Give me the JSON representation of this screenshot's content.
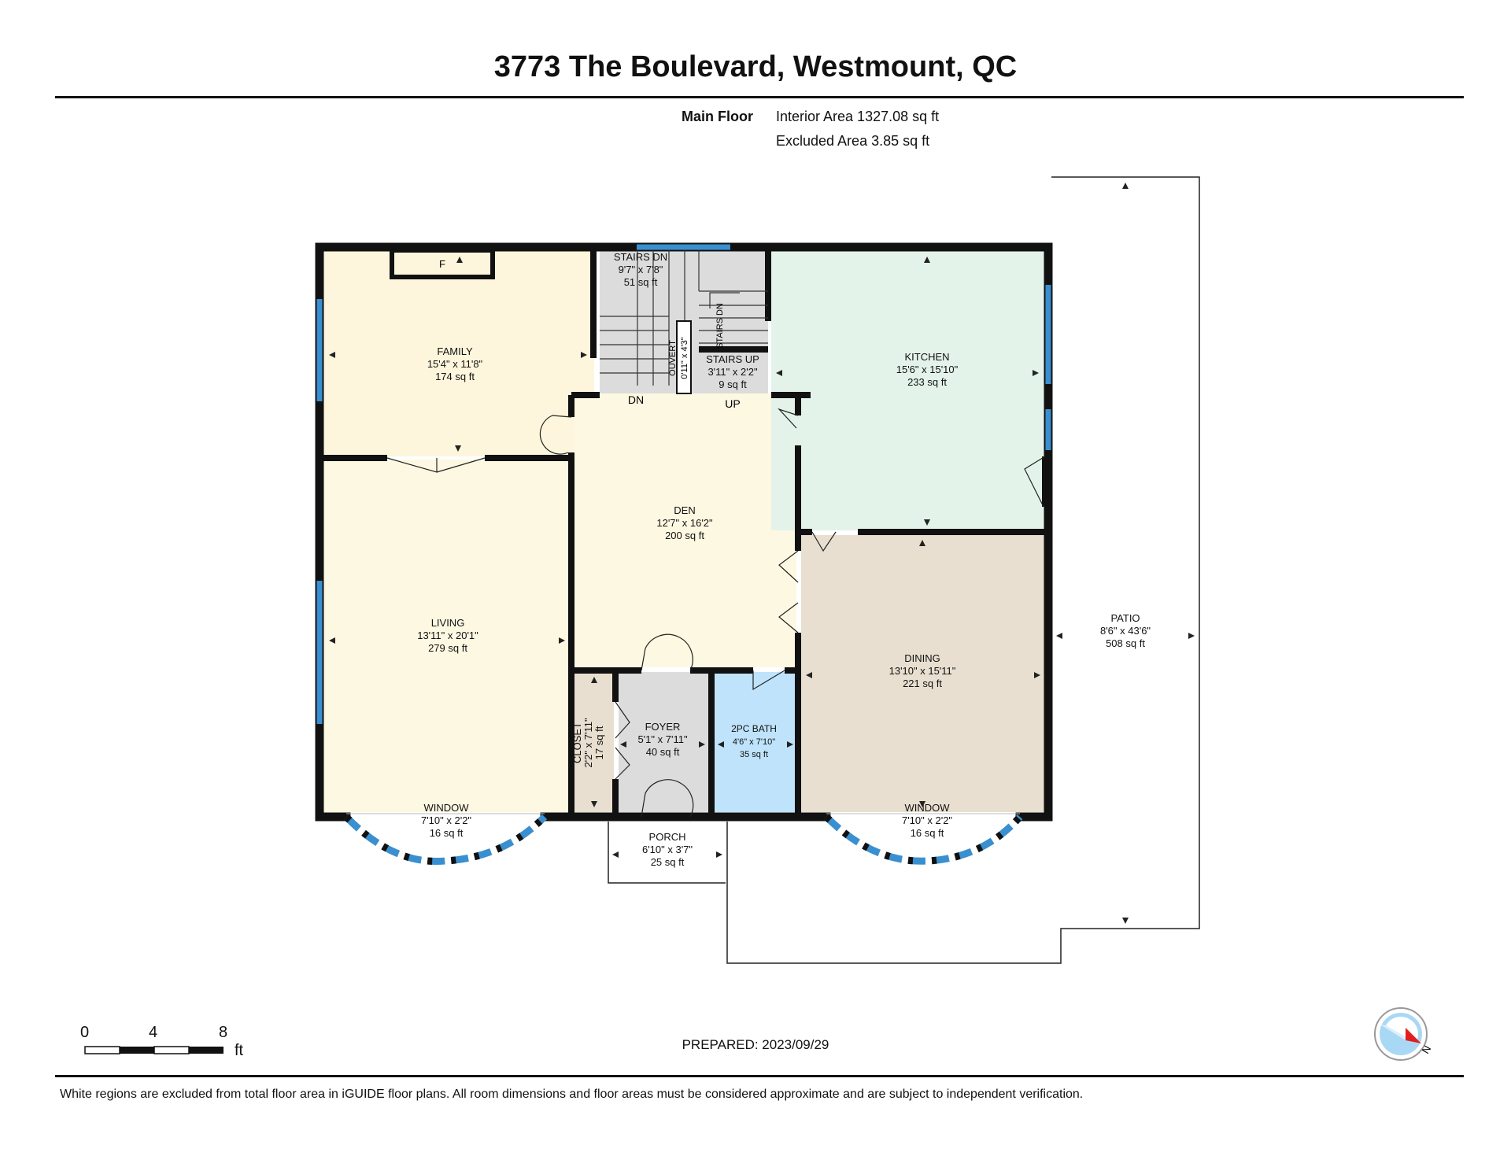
{
  "header": {
    "title": "3773 The Boulevard, Westmount, QC"
  },
  "summary": {
    "floor_label": "Main Floor",
    "interior_area": "Interior Area 1327.08 sq ft",
    "excluded_area": "Excluded Area 3.85 sq ft"
  },
  "rooms": [
    {
      "id": "family",
      "name": "FAMILY",
      "dims": "15'4\" x 11'8\"",
      "area": "174 sq ft"
    },
    {
      "id": "living",
      "name": "LIVING",
      "dims": "13'11\" x 20'1\"",
      "area": "279 sq ft"
    },
    {
      "id": "den",
      "name": "DEN",
      "dims": "12'7\" x 16'2\"",
      "area": "200 sq ft"
    },
    {
      "id": "kitchen",
      "name": "KITCHEN",
      "dims": "15'6\" x 15'10\"",
      "area": "233 sq ft"
    },
    {
      "id": "dining",
      "name": "DINING",
      "dims": "13'10\" x 15'11\"",
      "area": "221 sq ft"
    },
    {
      "id": "stairs_dn",
      "name": "STAIRS DN",
      "dims": "9'7\" x 7'8\"",
      "area": "51 sq ft"
    },
    {
      "id": "stairs_up",
      "name": "STAIRS UP",
      "dims": "3'11\" x 2'2\"",
      "area": "9 sq ft"
    },
    {
      "id": "foyer",
      "name": "FOYER",
      "dims": "5'1\" x 7'11\"",
      "area": "40 sq ft"
    },
    {
      "id": "bath",
      "name": "2PC BATH",
      "dims": "4'6\" x 7'10\"",
      "area": "35 sq ft"
    },
    {
      "id": "closet",
      "name": "CLOSET",
      "dims": "2'2\" x 7'11\"",
      "area": "17 sq ft"
    },
    {
      "id": "window_left",
      "name": "WINDOW",
      "dims": "7'10\" x 2'2\"",
      "area": "16 sq ft"
    },
    {
      "id": "window_right",
      "name": "WINDOW",
      "dims": "7'10\" x 2'2\"",
      "area": "16 sq ft"
    },
    {
      "id": "porch",
      "name": "PORCH",
      "dims": "6'10\" x 3'7\"",
      "area": "25 sq ft"
    },
    {
      "id": "patio",
      "name": "PATIO",
      "dims": "8'6\" x 43'6\"",
      "area": "508 sq ft"
    }
  ],
  "labels": {
    "fireplace": "F",
    "stairs_dn_label": "DN",
    "stairs_up_label": "UP",
    "ouvert": "OUVERT",
    "ouvert_dims": "0'11\" x 4'3\"",
    "stairs_dn2": "STAIRS DN"
  },
  "scale": {
    "ticks": [
      "0",
      "4",
      "8"
    ],
    "unit": "ft"
  },
  "compass": {
    "label": "N"
  },
  "prepared": "PREPARED: 2023/09/29",
  "footnote": "White regions are excluded from total floor area in iGUIDE floor plans. All room dimensions and floor areas must be considered approximate and are subject to independent verification.",
  "colors": {
    "wall": "#111111",
    "window": "#3a8fd0",
    "family": "#fdf6dc",
    "living": "#fdf8e2",
    "den": "#fdf8e2",
    "kitchen": "#e4f3ea",
    "dining": "#e8dfd0",
    "stairs": "#dcdcdc",
    "foyer": "#dcdcdc",
    "bath": "#bfe3fb",
    "closet": "#e8dfd0"
  }
}
